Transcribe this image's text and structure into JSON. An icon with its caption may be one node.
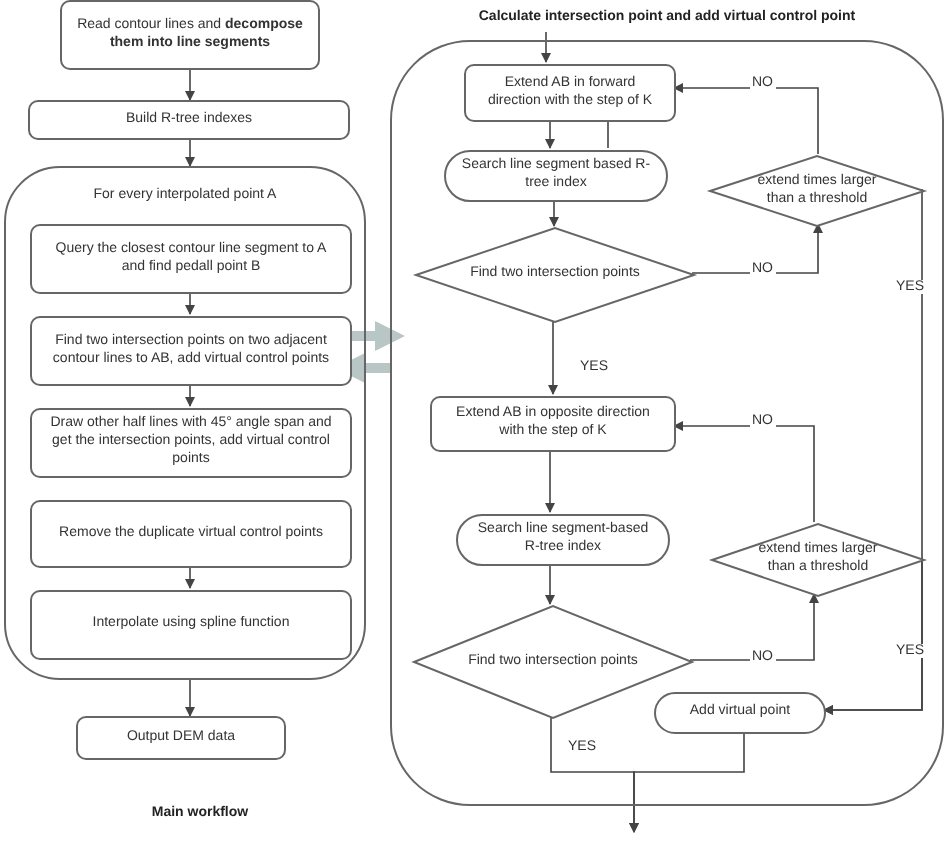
{
  "diagram": {
    "caption": "Main workflow",
    "nodes": [
      {
        "text": [
          "Read contour lines and **decompose them into line segments**"
        ]
      },
      {
        "text": [
          "Build R-tree indexes"
        ]
      },
      {
        "text": [
          "For every interpolated point A"
        ]
      },
      {
        "text": [
          "Query the closest contour line segment to A and find pedall point B"
        ],
        "in": 2
      },
      {
        "text": [
          "Find two intersection points on two adjacent contour lines to AB, add virtual control points"
        ],
        "in": 2
      },
      {
        "text": [
          "Draw other half lines with 45° angle span and get the intersection points, add virtual control points"
        ],
        "in": 2
      },
      {
        "text": [
          "Remove the duplicate virtual control points"
        ],
        "in": 2
      },
      {
        "text": [
          "Interpolate using spline function"
        ],
        "in": 2
      },
      {
        "text": [
          "Output DEM data"
        ]
      },
      {
        "text": [
          "Calculate intersection point and add virtual control point"
        ]
      },
      {
        "text": [
          "Extend AB in forward direction with the step of K"
        ],
        "in": 9
      },
      {
        "text": [
          "Search line segment based R-tree index"
        ],
        "in": 9
      },
      {
        "text": [
          "Find two intersection points"
        ],
        "in": 9
      },
      {
        "text": [
          "extend times larger than a threshold"
        ],
        "in": 9
      },
      {
        "text": [
          "Extend AB in opposite direction with the step of K"
        ],
        "in": 9
      },
      {
        "text": [
          "Search line segment-based R-tree index"
        ],
        "in": 9
      },
      {
        "text": [
          "Find two intersection points"
        ],
        "in": 9
      },
      {
        "text": [
          "extend times larger than a threshold"
        ],
        "in": 9
      },
      {
        "text": [
          "Add virtual point"
        ],
        "in": 9
      }
    ],
    "edges": [
      {
        "from": 0,
        "to": 1,
        "arrow": "to"
      },
      {
        "from": 1,
        "to": 2,
        "arrow": "to"
      },
      {
        "from": 3,
        "to": 4,
        "arrow": "to"
      },
      {
        "from": 4,
        "to": 5,
        "arrow": "to"
      },
      {
        "from": 6,
        "to": 7,
        "arrow": "to"
      },
      {
        "from": 2,
        "to": 8,
        "arrow": "to"
      },
      {
        "from": 4,
        "to": 9,
        "arrow": "to",
        "style": "thick",
        "color": "#b9c6c6"
      },
      {
        "from": 9,
        "to": 4,
        "arrow": "to",
        "style": "thick",
        "color": "#b9c6c6"
      },
      {
        "from": null,
        "to": 10,
        "arrow": "to"
      },
      {
        "from": 10,
        "to": 11,
        "arrow": "to"
      },
      {
        "from": 10,
        "to": 11,
        "arrow": "none"
      },
      {
        "from": 11,
        "to": 12,
        "arrow": "to"
      },
      {
        "from": 12,
        "to": 13,
        "arrow": "to",
        "label": "NO"
      },
      {
        "from": 13,
        "to": 10,
        "arrow": "to",
        "label": "NO"
      },
      {
        "from": 13,
        "to": 18,
        "arrow": "to",
        "label": "YES"
      },
      {
        "from": 12,
        "to": 14,
        "arrow": "to",
        "label": "YES"
      },
      {
        "from": 14,
        "to": 15,
        "arrow": "to"
      },
      {
        "from": 15,
        "to": 16,
        "arrow": "to"
      },
      {
        "from": 16,
        "to": 17,
        "arrow": "to",
        "label": "NO"
      },
      {
        "from": 17,
        "to": 14,
        "arrow": "to",
        "label": "NO"
      },
      {
        "from": 17,
        "to": 18,
        "arrow": "to",
        "label": "YES"
      },
      {
        "from": 16,
        "to": null,
        "arrow": "to",
        "label": "YES"
      },
      {
        "from": 18,
        "to": null,
        "arrow": "to"
      }
    ]
  }
}
